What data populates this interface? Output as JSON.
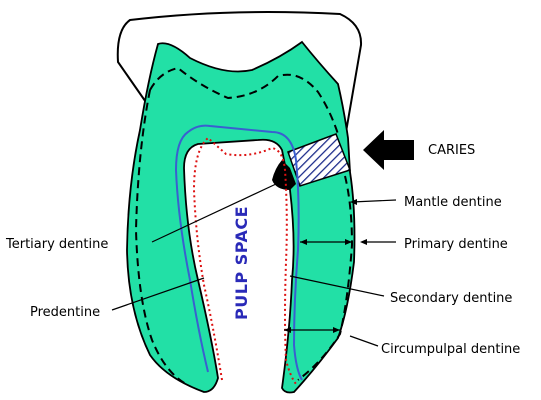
{
  "labels": {
    "caries": "CARIES",
    "mantle": "Mantle dentine",
    "primary": "Primary dentine",
    "tertiary": "Tertiary dentine",
    "secondary": "Secondary dentine",
    "predentine": "Predentine",
    "circumpulpal": "Circumpulpal dentine",
    "pulp_space": "PULP SPACE"
  },
  "colors": {
    "dentine": "#22e0a6",
    "enamel_fill": "#ffffff",
    "outline": "#000000",
    "pulp_line": "#3a5fd0",
    "predentine_line": "#dd1111",
    "pulp_label": "#2a2ab8"
  }
}
